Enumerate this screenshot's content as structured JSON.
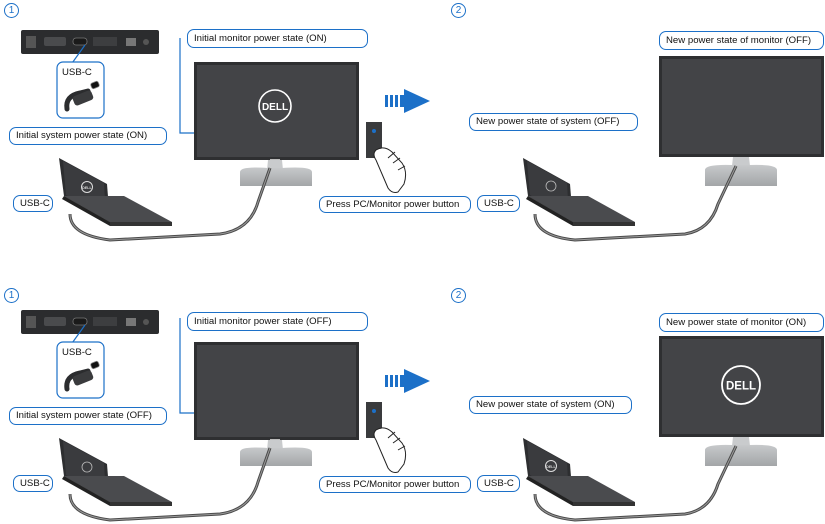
{
  "colors": {
    "accent": "#1c70c8",
    "monitor_screen": "#404144",
    "monitor_bezel": "#2e2f31",
    "stand": "#b9bcbe"
  },
  "icons": [
    "dell-logo",
    "usb-c-connector",
    "press-hand",
    "right-arrow"
  ],
  "scenarios": [
    {
      "step1_number": "1",
      "step2_number": "2",
      "usb_port_tag": "USB-C",
      "initial_monitor": "Initial monitor power state (ON)",
      "initial_system": "Initial system power state (ON)",
      "laptop_usb": "USB-C",
      "press_button": "Press PC/Monitor power button",
      "new_system": "New power state of system (OFF)",
      "new_monitor": "New power state of monitor (OFF)",
      "result_usb": "USB-C",
      "initial_monitor_logo": "DELL",
      "laptop_logo": "DELL"
    },
    {
      "step1_number": "1",
      "step2_number": "2",
      "usb_port_tag": "USB-C",
      "initial_monitor": "Initial monitor power state (OFF)",
      "initial_system": "Initial system power state (OFF)",
      "laptop_usb": "USB-C",
      "press_button": "Press PC/Monitor power button",
      "new_system": "New power state of system (ON)",
      "new_monitor": "New power state of monitor (ON)",
      "result_usb": "USB-C",
      "result_monitor_logo": "DELL",
      "result_laptop_logo": "DELL"
    }
  ]
}
